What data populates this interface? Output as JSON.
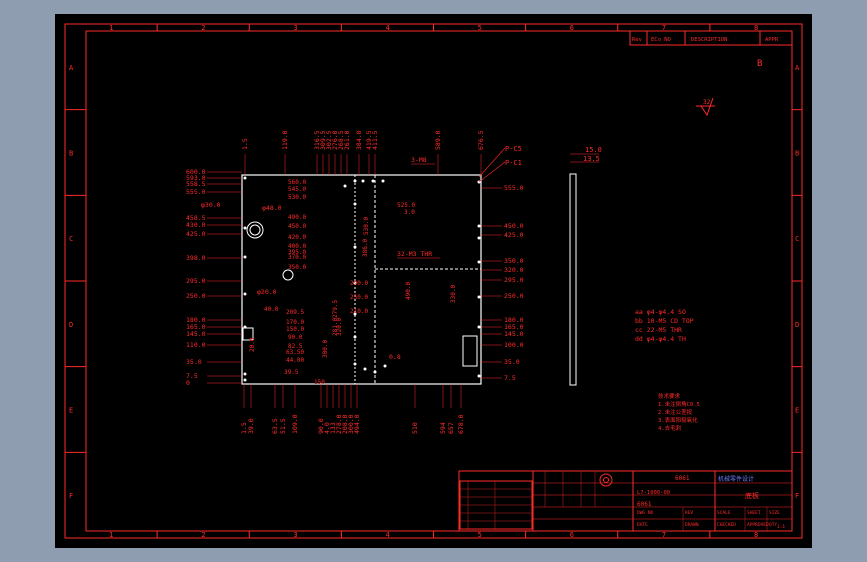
{
  "colors": {
    "background": "#8f9db0",
    "sheet": "#000000",
    "lines": "#ff2a2a",
    "blue": "#5a6cff"
  },
  "grid": {
    "columns": [
      "1",
      "2",
      "3",
      "4",
      "5",
      "6",
      "7",
      "8"
    ],
    "rows": [
      "A",
      "B",
      "C",
      "D",
      "E",
      "F"
    ]
  },
  "revision_block": {
    "headers": [
      "Rev",
      "ECo NO",
      "DESCRIPTION",
      "APPR"
    ]
  },
  "rev_mark": "B",
  "roughness_mark": "32",
  "top_dims": [
    "1.5",
    "119.0",
    "316.5",
    "309.5",
    "302.5",
    "276.0",
    "268.5",
    "261.0",
    "384.0",
    "419.5",
    "411.5",
    "589.0",
    "676.5"
  ],
  "right_labels": [
    "P-C5",
    "P-C1"
  ],
  "left_dims": [
    "600.0",
    "593.0",
    "558.5",
    "555.0",
    "458.5",
    "430.0",
    "425.0",
    "398.0",
    "295.0",
    "250.0",
    "180.0",
    "165.0",
    "145.0",
    "110.0",
    "35.0",
    "7.5",
    "0"
  ],
  "right_dims": [
    "555.0",
    "450.0",
    "425.0",
    "350.0",
    "320.0",
    "295.0",
    "250.0",
    "180.0",
    "165.0",
    "145.0",
    "100.0",
    "35.0",
    "7.5"
  ],
  "inner_dims": [
    "560.0",
    "545.0",
    "530.0",
    "490.0",
    "450.0",
    "420.0",
    "400.0",
    "395.0",
    "370.0",
    "350.0",
    "290.0",
    "250.0",
    "210.0",
    "209.5",
    "170.0",
    "150.0",
    "90.0",
    "82.5",
    "63.50",
    "44.00",
    "39.5",
    "320.0",
    "300.0",
    "281.0",
    "279.5",
    "525.0",
    "386.0",
    "150",
    "3.0",
    "40.0",
    "20.0",
    "490.0",
    "330.0",
    "530.0"
  ],
  "callouts": [
    "φ48.0",
    "φ30.0",
    "φ20.0",
    "3-M8",
    "32-M3 THR",
    "0.8"
  ],
  "bottom_dims": [
    "1.5",
    "39.0",
    "63.5",
    "51.5",
    "109.0",
    "90.0",
    "4.0",
    "133",
    "278.0",
    "208.0",
    "300.0",
    "494.0",
    "510",
    "594",
    "657",
    "678.0"
  ],
  "side_view_dims": [
    "15.0",
    "13.5"
  ],
  "hole_notes": [
    "aa φ4-φ4.4 SO",
    "bb 10-M5 CD TOP",
    "cc 22-M5 THR",
    "dd φ4-φ4.4 TH"
  ],
  "tech_notes": [
    "技术要求",
    "1.未注倒角C0.5",
    "2.未注公差按",
    "3.表面阳极氧化",
    "4.去毛刺"
  ],
  "title_block": {
    "company": "机械零件设计",
    "title": "底板",
    "drawing_no": "L7-1000-00",
    "material": "6061",
    "fields": [
      "DWG NO",
      "REV",
      "SCALE",
      "SHEET",
      "SIZE",
      "DATE",
      "DRAWN",
      "CHECKED",
      "APPROVED",
      "QTY",
      "1:1"
    ]
  }
}
